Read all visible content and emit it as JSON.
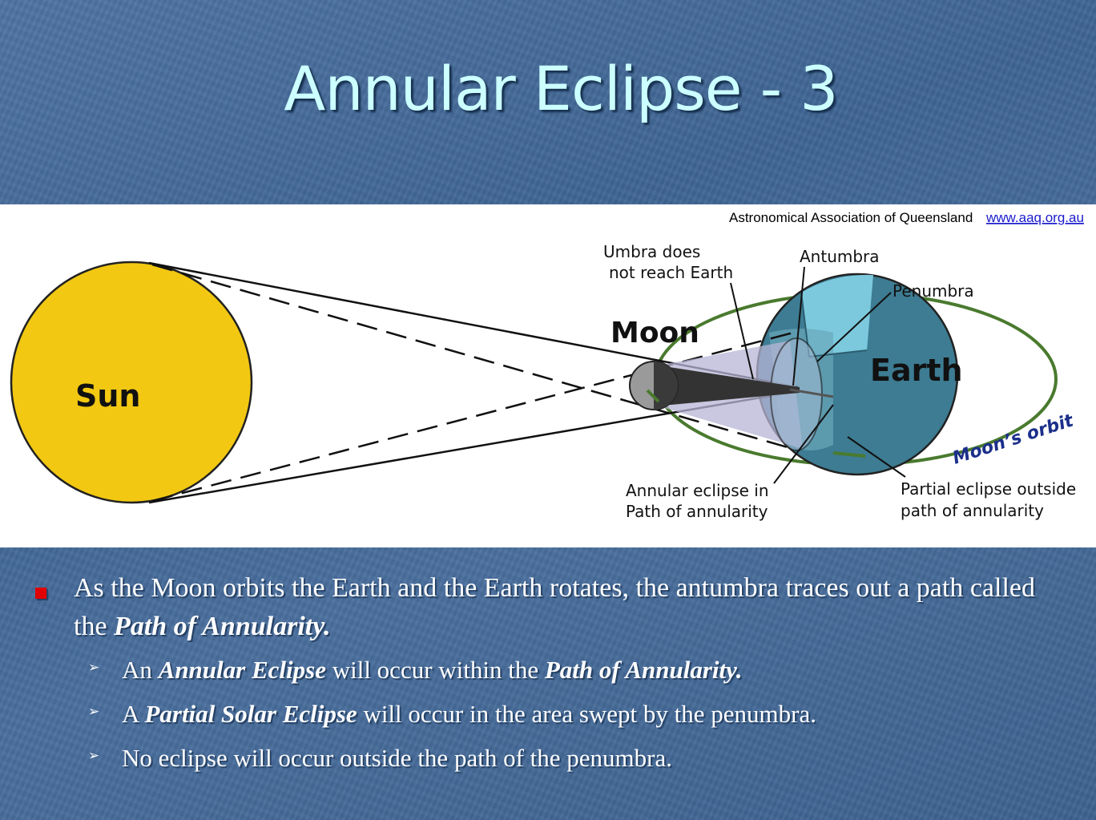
{
  "slide": {
    "title": "Annular Eclipse - 3"
  },
  "diagram": {
    "credit_org": "Astronomical Association of Queensland",
    "credit_url": "www.aaq.org.au",
    "sun_label": "Sun",
    "moon_label": "Moon",
    "earth_label": "Earth",
    "orbit_label": "Moon’s orbit",
    "umbra_label_line1": "Umbra does",
    "umbra_label_line2": "not reach Earth",
    "antumbra_label": "Antumbra",
    "penumbra_label": "Penumbra",
    "annular_label_line1": "Annular eclipse in",
    "annular_label_line2": "Path of annularity",
    "partial_label_line1": "Partial eclipse outside",
    "partial_label_line2": "path of annularity",
    "colors": {
      "sun": "#f2c812",
      "earth_dark": "#3d7c92",
      "earth_light": "#7fcde2",
      "orbit": "#4a7a2e",
      "orbit_text": "#1b2f8a"
    }
  },
  "bullets": {
    "main_part1": "As the Moon orbits the Earth and the Earth rotates, the antumbra traces out a path called the ",
    "main_emph": "Path of Annularity.",
    "sub1_part1": "An ",
    "sub1_emph1": "Annular Eclipse",
    "sub1_part2": " will occur within the ",
    "sub1_emph2": "Path of Annularity.",
    "sub2_part1": "A ",
    "sub2_emph1": "Partial Solar Eclipse",
    "sub2_part2": " will occur in the area swept by the penumbra.",
    "sub3_text": "No eclipse will occur outside the path of the penumbra."
  }
}
